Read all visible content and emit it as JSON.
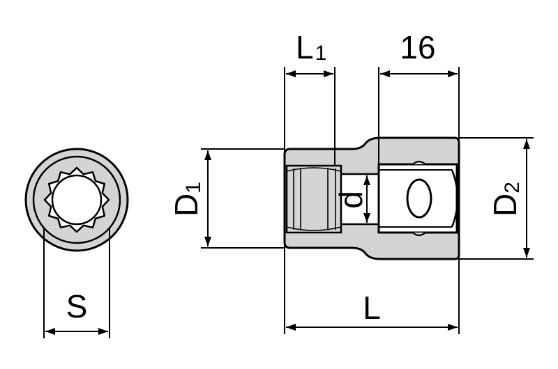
{
  "diagram": {
    "labels": {
      "l1": "L",
      "l1_sub": "1",
      "square_length": "16",
      "d1": "D",
      "d1_sub": "1",
      "d2": "D",
      "d2_sub": "2",
      "bore": "d",
      "length": "L",
      "across_flats": "S"
    },
    "colors": {
      "outline": "#000000",
      "body_fill": "#d4d4d4",
      "background": "#ffffff"
    }
  }
}
